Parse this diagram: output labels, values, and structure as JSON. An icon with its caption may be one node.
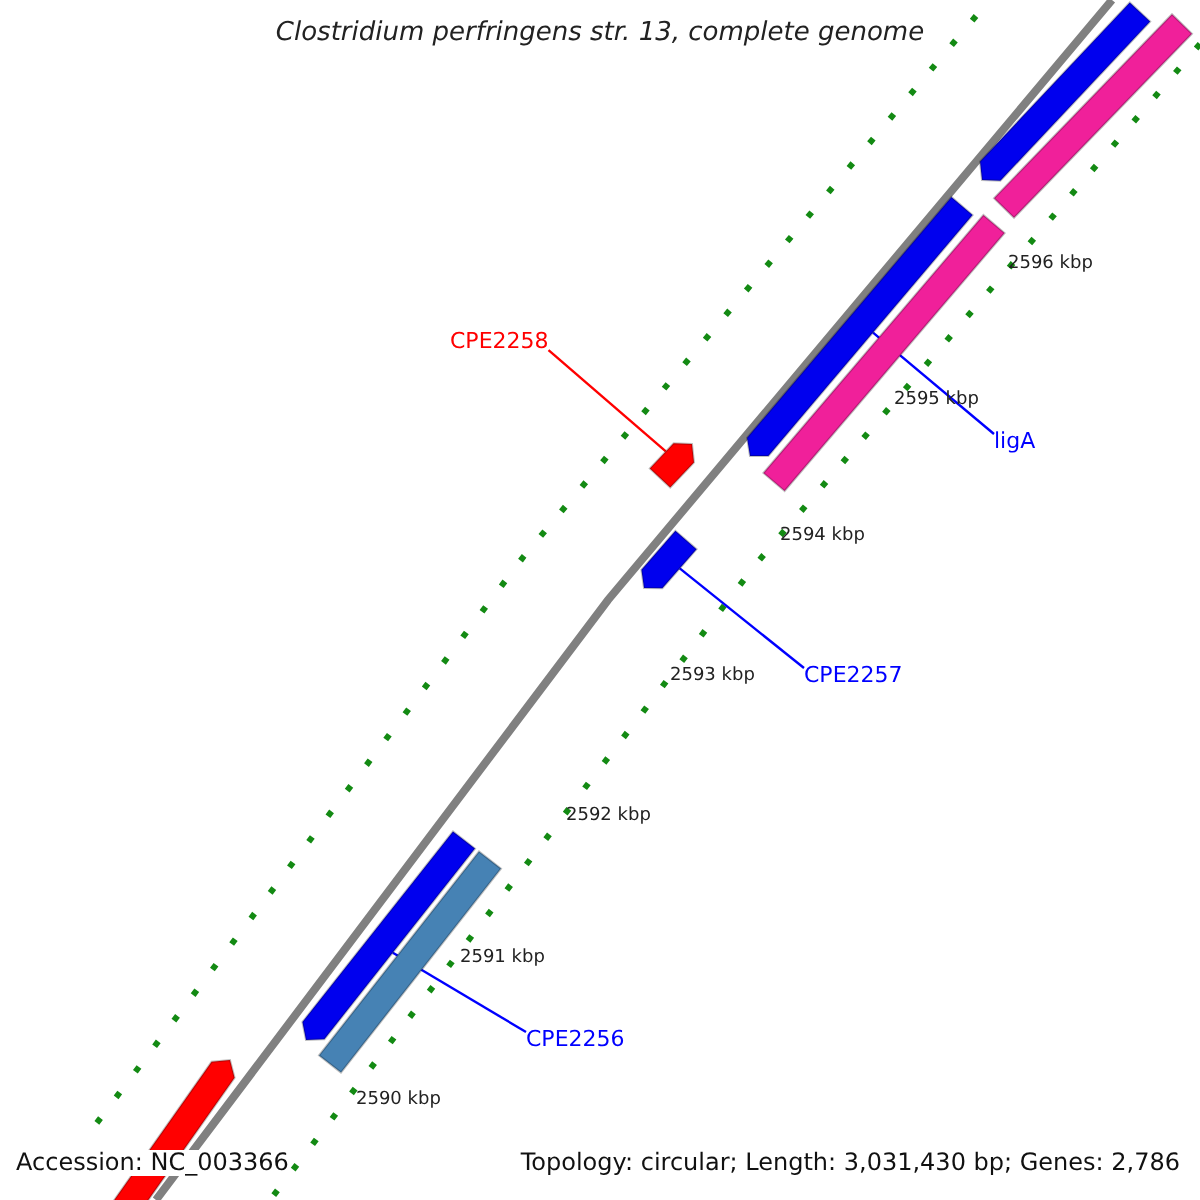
{
  "diagram": {
    "title": "Clostridium perfringens str. 13, complete genome",
    "nodes": [
      {
        "text": [
          "CPE2258"
        ]
      },
      {
        "text": [
          "ligA"
        ]
      },
      {
        "text": [
          "CPE2257"
        ]
      },
      {
        "text": [
          "CPE2256"
        ]
      },
      {
        "text": [],
        "shape": "bar"
      },
      {
        "text": [],
        "shape": "bar"
      },
      {
        "text": [],
        "shape": "bar"
      },
      {
        "text": [],
        "shape": "bar"
      },
      {
        "text": [],
        "shape": "bar"
      },
      {
        "text": [],
        "shape": "bar"
      },
      {
        "text": [],
        "shape": "bar"
      },
      {
        "text": [],
        "shape": "bar"
      },
      {
        "text": [],
        "shape": "bar"
      }
    ],
    "edges": [
      {
        "from": 0,
        "to": 8,
        "arrow": "none",
        "color": "#ff0000"
      },
      {
        "from": 1,
        "to": 6,
        "arrow": "none"
      },
      {
        "from": 2,
        "to": 9,
        "arrow": "none"
      },
      {
        "from": 3,
        "to": 10,
        "arrow": "none"
      }
    ],
    "labels": [
      "2596 kbp",
      "2595 kbp",
      "2594 kbp",
      "2593 kbp",
      "2592 kbp",
      "2591 kbp",
      "2590 kbp",
      "Accession: NC_003366",
      "Topology: circular; Length: 3,031,430 bp; Genes: 2,786"
    ]
  }
}
